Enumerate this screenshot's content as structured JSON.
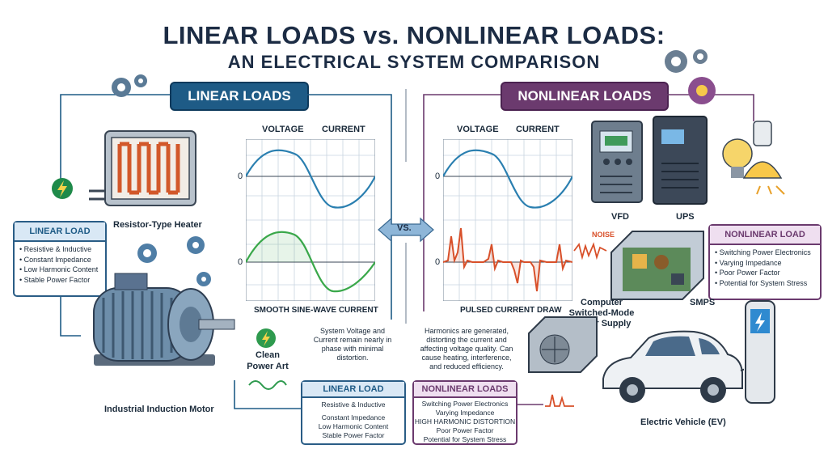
{
  "title": {
    "line1": "LINEAR LOADS vs. NONLINEAR LOADS:",
    "line2": "AN ELECTRICAL SYSTEM COMPARISON"
  },
  "linear": {
    "header": "LINEAR LOADS",
    "card_title": "LINEAR LOAD",
    "bullets": [
      "Resistive & Inductive",
      "Constant Impedance",
      "Low Harmonic Content",
      "Stable Power Factor"
    ],
    "heater_label": "Resistor-Type Heater",
    "motor_label": "Industrial Induction Motor",
    "clean_power_label": "Clean\nPower Art",
    "chart_labels": {
      "voltage": "VOLTAGE",
      "current": "CURRENT",
      "zero_top": "0",
      "zero_bottom": "0"
    },
    "chart_caption": "SMOOTH SINE-WAVE CURRENT",
    "note": "System Voltage and Current remain nearly in phase with minimal distortion."
  },
  "nonlinear": {
    "header": "NONLINEAR LOADS",
    "card_title": "NONLINEAR LOAD",
    "bullets": [
      "Switching Power Electronics",
      "Varying Impedance",
      "Poor Power Factor",
      "Potential for System Stress"
    ],
    "vfd_label": "VFD",
    "ups_label": "UPS",
    "noise_label": "NOISE",
    "smps_label": "Computer\nSwitched-Mode Power Supply",
    "smps_short": "SMPS",
    "ev_label": "Electric Vehicle (EV)",
    "chart_labels": {
      "voltage": "VOLTAGE",
      "current": "CURRENT",
      "zero_top": "0",
      "zero_bottom": "0"
    },
    "chart_caption": "PULSED CURRENT DRAW",
    "note": "Harmonics are generated, distorting the current and affecting voltage quality. Can cause heating, interference, and reduced efficiency."
  },
  "vs_label": "VS.",
  "table": {
    "linear_title": "LINEAR LOAD",
    "linear_rows": [
      "Resistive & Inductive",
      "Constant Impedance",
      "Low Harmonic Content",
      "Stable Power Factor"
    ],
    "nonlinear_title": "NONLINEAR LOADS",
    "nonlinear_rows": [
      "Switching Power Electronics",
      "Varying Impedance",
      "HIGH HARMONIC DISTORTION",
      "Poor Power Factor",
      "Potential for System Stress"
    ]
  },
  "colors": {
    "linear": "#1e5b86",
    "nonlinear": "#6b3a6e",
    "voltage": "#2a7fb0",
    "clean_current": "#3aa84a",
    "pulsed_current": "#d8502a"
  }
}
